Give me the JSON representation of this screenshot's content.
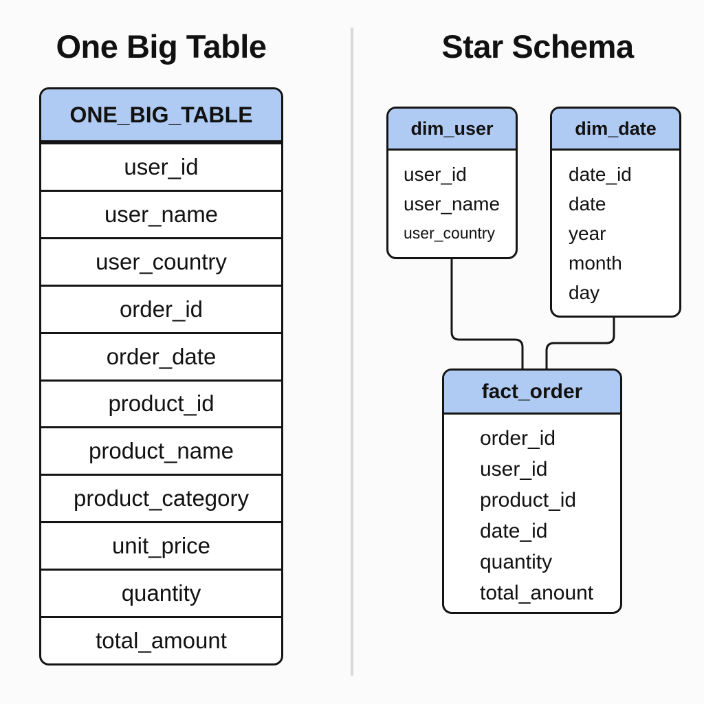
{
  "left_panel": {
    "title": "One Big Table",
    "table": {
      "header": "ONE_BIG_TABLE",
      "rows": [
        "user_id",
        "user_name",
        "user_country",
        "order_id",
        "order_date",
        "product_id",
        "product_name",
        "product_category",
        "unit_price",
        "quantity",
        "total_amount"
      ]
    }
  },
  "right_panel": {
    "title": "Star Schema",
    "dim_user": {
      "header": "dim_user",
      "rows": [
        "user_id",
        "user_name",
        "user_country"
      ]
    },
    "dim_date": {
      "header": "dim_date",
      "rows": [
        "date_id",
        "date",
        "year",
        "month",
        "day"
      ]
    },
    "fact_order": {
      "header": "fact_order",
      "rows": [
        "order_id",
        "user_id",
        "product_id",
        "date_id",
        "quantity",
        "total_anount"
      ]
    }
  },
  "colors": {
    "header_fill": "#b0cbf3",
    "border": "#141414",
    "divider": "#d8d8d8",
    "background": "#fbfbfb",
    "text": "#111111"
  }
}
